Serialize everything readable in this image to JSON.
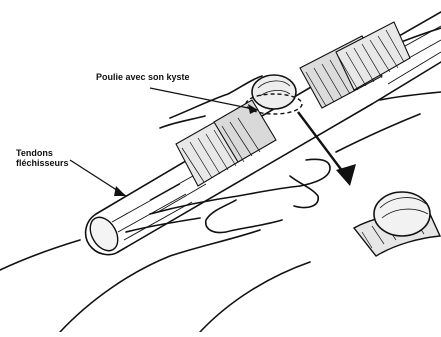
{
  "labels": {
    "pulley": "Poulie avec son kyste",
    "tendon_line1": "Tendons",
    "tendon_line2": "fléchisseurs"
  },
  "colors": {
    "ink": "#111111",
    "paper": "#ffffff"
  }
}
